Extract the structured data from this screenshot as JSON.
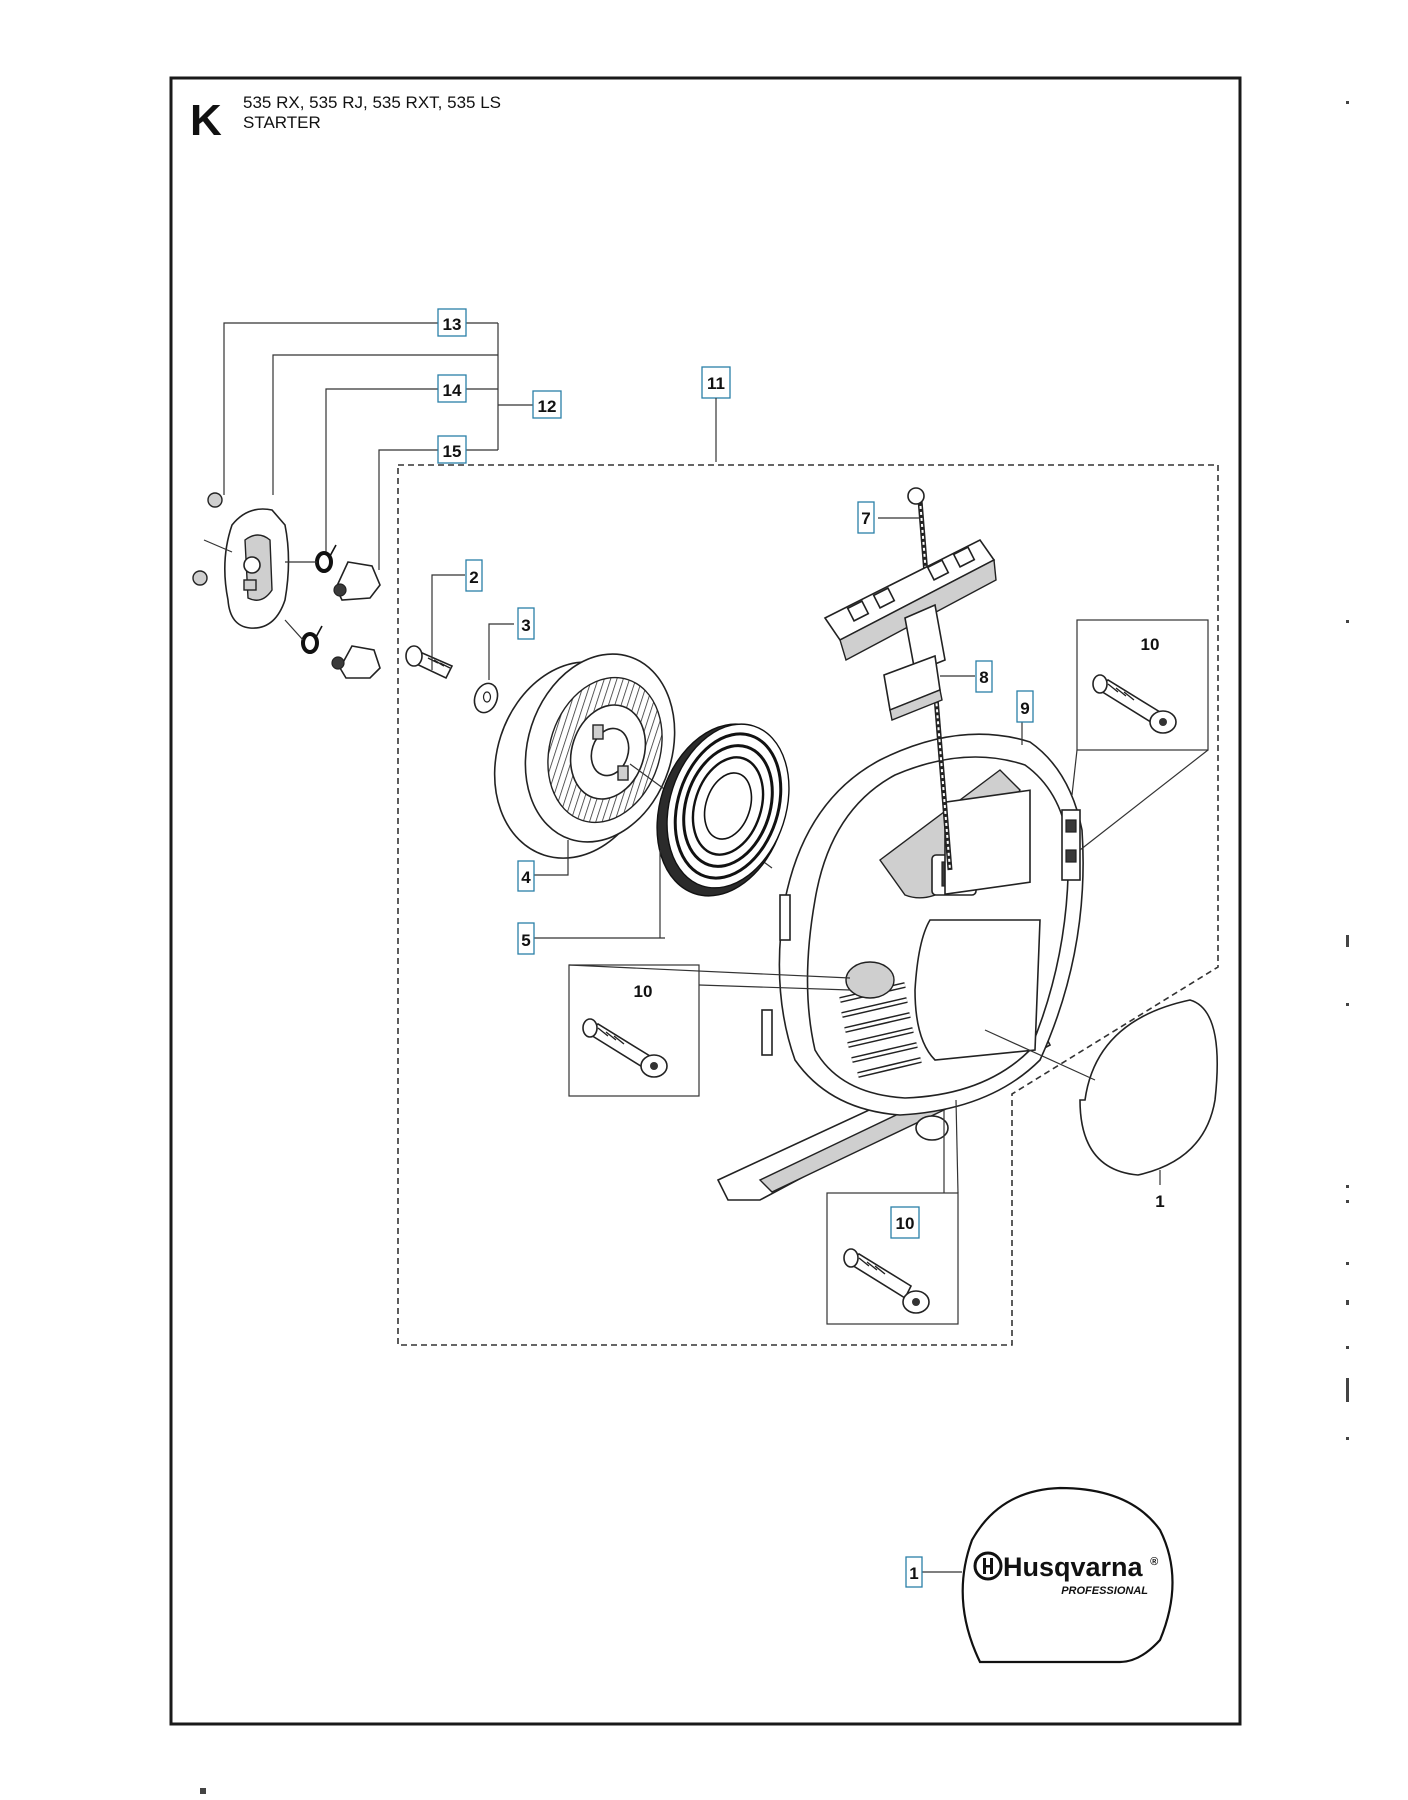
{
  "header": {
    "section_letter": "K",
    "models": "535 RX, 535 RJ, 535 RXT, 535 LS",
    "title": "STARTER"
  },
  "callouts": {
    "p1_decal": "1",
    "p1_logo": "1",
    "p2": "2",
    "p3": "3",
    "p4": "4",
    "p5": "5",
    "p7": "7",
    "p8": "8",
    "p9": "9",
    "p10_right": "10",
    "p10_left": "10",
    "p10_bottom": "10",
    "p11": "11",
    "p12": "12",
    "p13": "13",
    "p14": "14",
    "p15": "15"
  },
  "logo": {
    "brand": "Husqvarna",
    "registered": "®",
    "subtitle": "PROFESSIONAL"
  }
}
